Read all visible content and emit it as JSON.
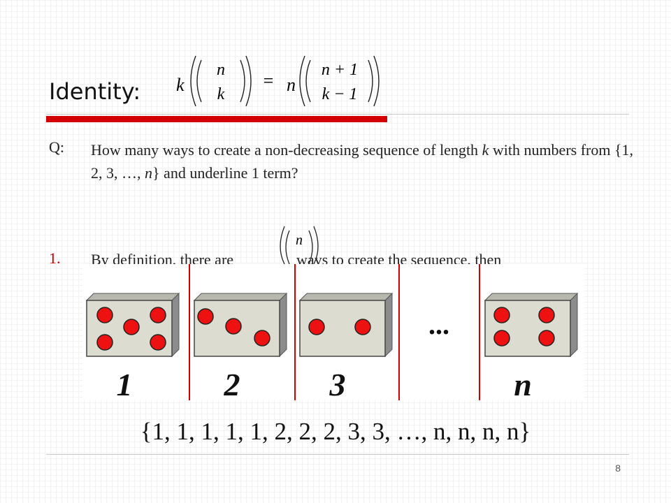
{
  "slide": {
    "title": "Identity:",
    "page_number": "8",
    "sequence": "{1, 1, 1, 1, 1, 2, 2, 2, 3, 3, …, n, n, n, n}"
  },
  "formula": {
    "left_coef": "k",
    "left_top": "n",
    "left_bottom": "k",
    "equals": "=",
    "right_coef": "n",
    "right_top": "n + 1",
    "right_bottom": "k − 1"
  },
  "question": {
    "label": "Q:",
    "text_pre": "How many ways to create a non-decreasing sequence of length ",
    "k": "k",
    "text_mid": " with numbers from {1, 2, 3, …, ",
    "n": "n",
    "text_post": "} and underline 1 term?"
  },
  "item1": {
    "number": "1.",
    "text_a": "By definition, there are",
    "text_b": "ways to create the sequence, then",
    "binom_top": "n"
  },
  "dominoes": {
    "labels": [
      "1",
      "2",
      "3",
      "n"
    ],
    "ellipsis": "...",
    "dot_counts": [
      5,
      3,
      2,
      4
    ],
    "colors": {
      "dot": "#ee1111",
      "divider": "#d40000",
      "face": "#dcdcd0",
      "side": "#8c8c8c"
    }
  }
}
